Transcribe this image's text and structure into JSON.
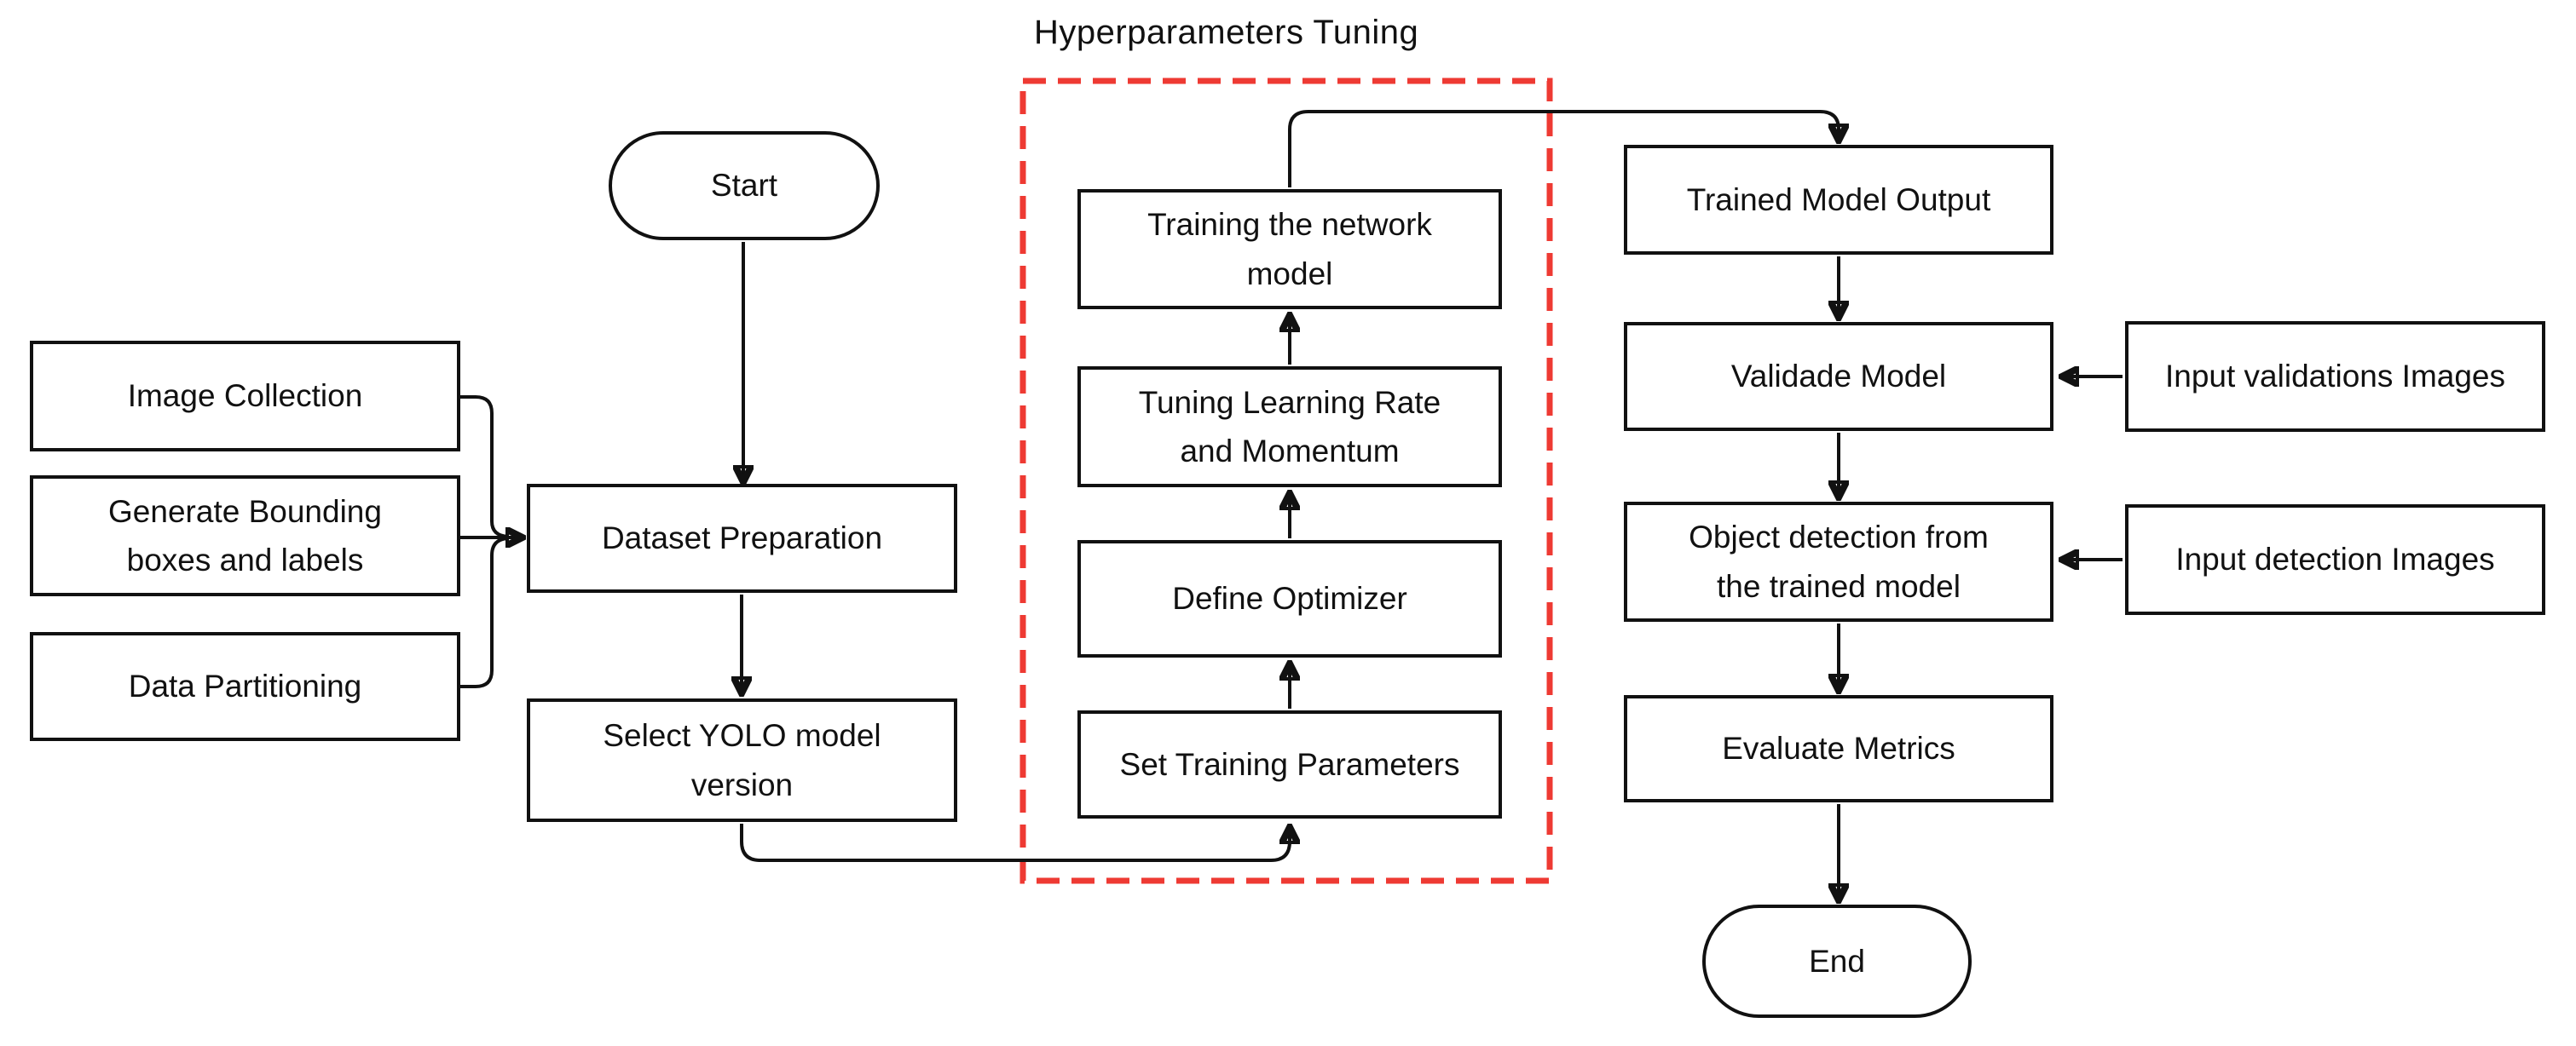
{
  "title": "Hyperparameters Tuning",
  "colors": {
    "connector_stroke": "#111111",
    "node_border": "#111111",
    "node_fill": "#ffffff",
    "text": "#111111",
    "tuning_group_dashed_outline": "#ee3a33",
    "background": "#ffffff"
  },
  "nodes": {
    "start": {
      "label": "Start"
    },
    "image_collection": {
      "label": "Image Collection"
    },
    "generate_bounding": {
      "label": "Generate Bounding\nboxes and labels"
    },
    "data_partitioning": {
      "label": "Data Partitioning"
    },
    "dataset_preparation": {
      "label": "Dataset Preparation"
    },
    "select_yolo": {
      "label": "Select YOLO model\nversion"
    },
    "set_training_parameters": {
      "label": "Set Training Parameters"
    },
    "define_optimizer": {
      "label": "Define Optimizer"
    },
    "tuning_learning_rate": {
      "label": "Tuning Learning Rate\nand Momentum"
    },
    "training_network": {
      "label": "Training the network\nmodel"
    },
    "trained_model_output": {
      "label": "Trained Model Output"
    },
    "validade_model": {
      "label": "Validade Model"
    },
    "input_validations": {
      "label": "Input validations Images"
    },
    "object_detection": {
      "label": "Object detection from\nthe trained model"
    },
    "input_detection": {
      "label": "Input detection Images"
    },
    "evaluate_metrics": {
      "label": "Evaluate Metrics"
    },
    "end": {
      "label": "End"
    }
  },
  "tuning_group_members": [
    "Set Training Parameters",
    "Define Optimizer",
    "Tuning Learning Rate and Momentum",
    "Training the network model"
  ],
  "edges": [
    {
      "from": "Start",
      "to": "Dataset Preparation"
    },
    {
      "from": "Image Collection",
      "to": "Dataset Preparation"
    },
    {
      "from": "Generate Bounding boxes and labels",
      "to": "Dataset Preparation"
    },
    {
      "from": "Data Partitioning",
      "to": "Dataset Preparation"
    },
    {
      "from": "Dataset Preparation",
      "to": "Select YOLO model version"
    },
    {
      "from": "Select YOLO model version",
      "to": "Set Training Parameters"
    },
    {
      "from": "Set Training Parameters",
      "to": "Define Optimizer"
    },
    {
      "from": "Define Optimizer",
      "to": "Tuning Learning Rate and Momentum"
    },
    {
      "from": "Tuning Learning Rate and Momentum",
      "to": "Training the network model"
    },
    {
      "from": "Training the network model",
      "to": "Trained Model Output"
    },
    {
      "from": "Trained Model Output",
      "to": "Validade Model"
    },
    {
      "from": "Input validations Images",
      "to": "Validade Model"
    },
    {
      "from": "Validade Model",
      "to": "Object detection from the trained model"
    },
    {
      "from": "Input detection Images",
      "to": "Object detection from the trained model"
    },
    {
      "from": "Object detection from the trained model",
      "to": "Evaluate Metrics"
    },
    {
      "from": "Evaluate Metrics",
      "to": "End"
    }
  ]
}
